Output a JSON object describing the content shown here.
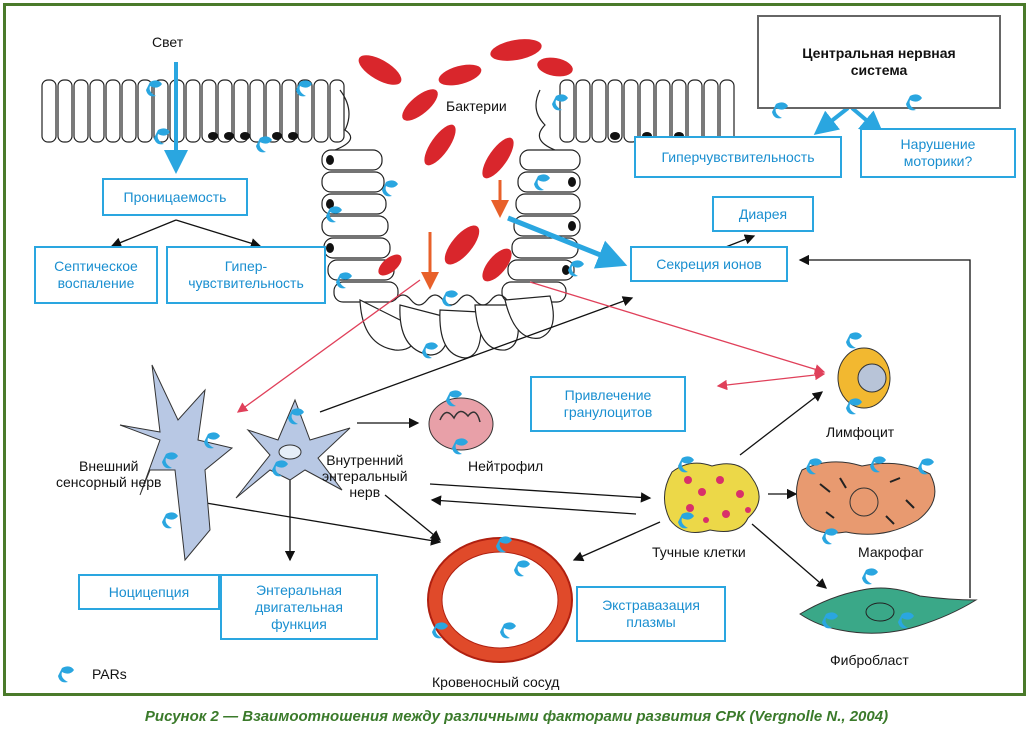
{
  "labels": {
    "light": "Свет",
    "bacteria": "Бактерии",
    "outer_nerve": "Внешний\nсенсорный нерв",
    "inner_nerve": "Внутренний\nэнтеральный\nнерв",
    "neutrophil": "Нейтрофил",
    "lymphocyte": "Лимфоцит",
    "macrophage": "Макрофаг",
    "mast_cells": "Тучные клетки",
    "fibroblast": "Фибробласт",
    "vessel": "Кровеносный сосуд",
    "pars": "PARs"
  },
  "boxes": {
    "cns": "Центральная нервная\nсистема",
    "hypersens_top": "Гиперчувствительность",
    "motility": "Нарушение\nмоторики?",
    "permeability": "Проницаемость",
    "septic": "Септическое\nвоспаление",
    "hypersens_left": "Гипер-\nчувствительность",
    "diarrhea": "Диарея",
    "secretion": "Секреция ионов",
    "granulocytes": "Привлечение\nгранулоцитов",
    "nociception": "Ноцицепция",
    "motor": "Энтеральная\nдвигательная\nфункция",
    "extravasation": "Экстравазация\nплазмы"
  },
  "caption": "Рисунок 2 — Взаимоотношения между различными факторами развития СРК (Vergnolle N., 2004)",
  "colors": {
    "frame": "#4a7a2a",
    "box_border": "#2aa6e0",
    "box_text": "#1a8fd0",
    "bacteria": "#d9262c",
    "par": "#2aa6e0",
    "red_arrow": "#e0405a",
    "caption": "#3a7a2a"
  }
}
